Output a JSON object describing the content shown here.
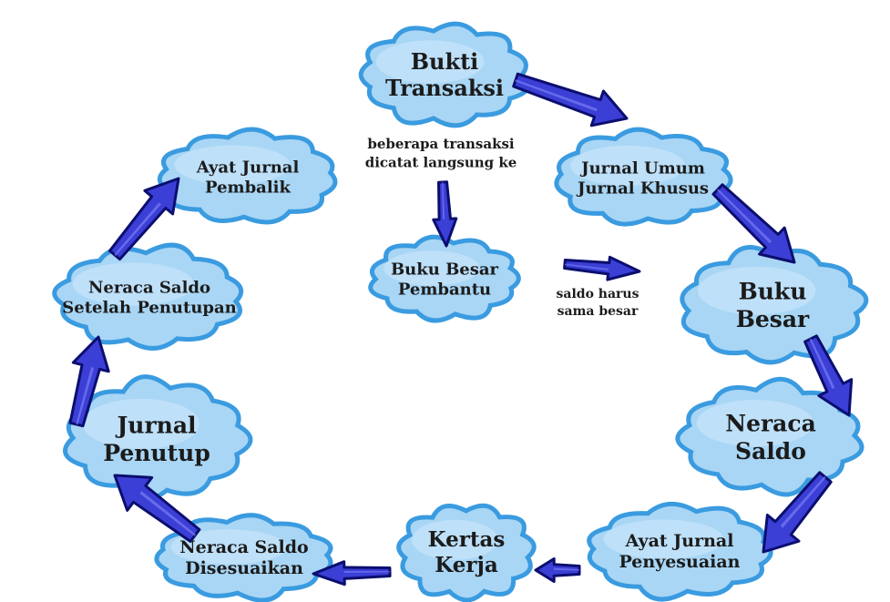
{
  "nodes": {
    "bukti_transaksi": [
      "Bukti",
      "Transaksi"
    ],
    "jurnal_umum_khusus": [
      "Jurnal Umum",
      "Jurnal Khusus"
    ],
    "buku_besar": [
      "Buku",
      "Besar"
    ],
    "neraca_saldo": [
      "Neraca",
      "Saldo"
    ],
    "ayat_jurnal_penyesuaian": [
      "Ayat Jurnal",
      "Penyesuaian"
    ],
    "kertas_kerja": [
      "Kertas",
      "Kerja"
    ],
    "neraca_saldo_disesuaikan": [
      "Neraca Saldo",
      "Disesuaikan"
    ],
    "jurnal_penutup": [
      "Jurnal",
      "Penutup"
    ],
    "neraca_saldo_setelah_penutupan": [
      "Neraca Saldo",
      "Setelah Penutupan"
    ],
    "ayat_jurnal_pembalik": [
      "Ayat Jurnal",
      "Pembalik"
    ],
    "buku_besar_pembantu": [
      "Buku Besar",
      "Pembantu"
    ]
  },
  "notes": {
    "direct_posting": [
      "beberapa transaksi",
      "dicatat langsung ke"
    ],
    "balance": [
      "saldo harus",
      "sama besar"
    ]
  },
  "flow": [
    [
      "bukti_transaksi",
      "jurnal_umum_khusus"
    ],
    [
      "jurnal_umum_khusus",
      "buku_besar"
    ],
    [
      "buku_besar",
      "neraca_saldo"
    ],
    [
      "neraca_saldo",
      "ayat_jurnal_penyesuaian"
    ],
    [
      "ayat_jurnal_penyesuaian",
      "kertas_kerja"
    ],
    [
      "kertas_kerja",
      "neraca_saldo_disesuaikan"
    ],
    [
      "neraca_saldo_disesuaikan",
      "jurnal_penutup"
    ],
    [
      "jurnal_penutup",
      "neraca_saldo_setelah_penutupan"
    ],
    [
      "neraca_saldo_setelah_penutupan",
      "ayat_jurnal_pembalik"
    ],
    [
      "bukti_transaksi",
      "buku_besar_pembantu"
    ],
    [
      "buku_besar_pembantu",
      "buku_besar"
    ]
  ],
  "colors": {
    "cloud_fill": "#a9d6f5",
    "cloud_stroke": "#3a9be0",
    "arrow_fill": "#3b3fd6",
    "arrow_stroke": "#0b0e6e",
    "text": "#1b1b1b"
  }
}
